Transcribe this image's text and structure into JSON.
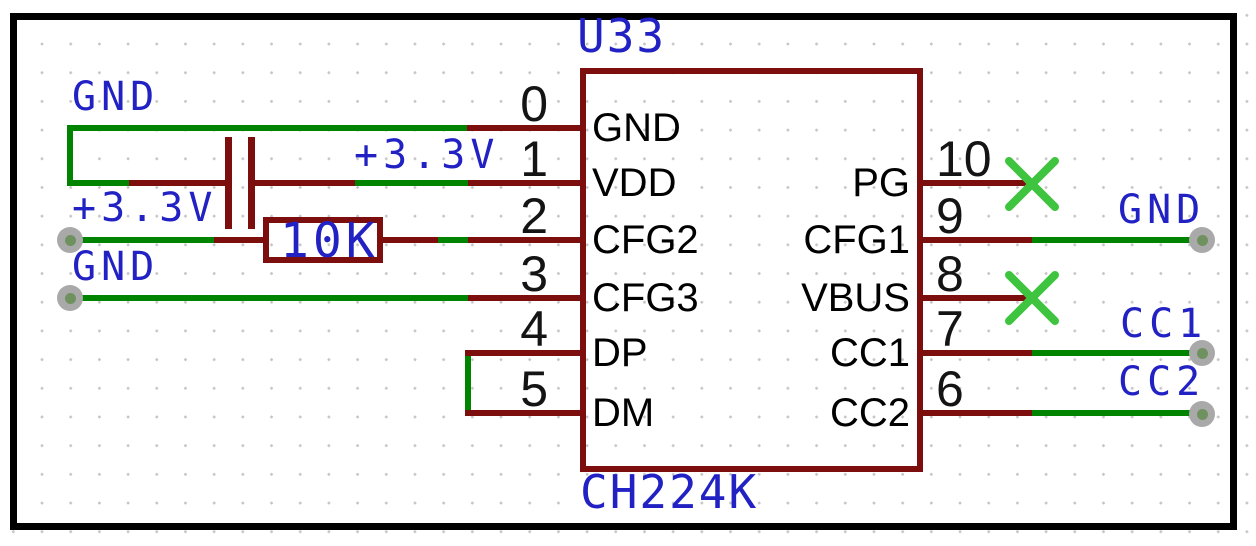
{
  "colors": {
    "symbol_outline": "#7d0e0e",
    "wire_green": "#008400",
    "no_connect_green": "#3fc43f",
    "net_label_blue": "#2121c4",
    "pin_text_black": "#141414",
    "grid_dot_gray": "#c6c6c6",
    "frame_black": "#000000",
    "endpoint_gray": "#a9a9a9"
  },
  "ic": {
    "reference": "U33",
    "value": "CH224K",
    "left_pins": [
      {
        "number": "0",
        "name": "GND"
      },
      {
        "number": "1",
        "name": "VDD"
      },
      {
        "number": "2",
        "name": "CFG2"
      },
      {
        "number": "3",
        "name": "CFG3"
      },
      {
        "number": "4",
        "name": "DP"
      },
      {
        "number": "5",
        "name": "DM"
      }
    ],
    "right_pins": [
      {
        "number": "10",
        "name": "PG"
      },
      {
        "number": "9",
        "name": "CFG1"
      },
      {
        "number": "8",
        "name": "VBUS"
      },
      {
        "number": "7",
        "name": "CC1"
      },
      {
        "number": "6",
        "name": "CC2"
      }
    ]
  },
  "resistor": {
    "value": "10K"
  },
  "net_labels": {
    "gnd_top": "GND",
    "p3v3_left": "+3.3V",
    "gnd_left": "GND",
    "p3v3_vdd": "+3.3V",
    "gnd_right": "GND",
    "cc1": "CC1",
    "cc2": "CC2"
  }
}
